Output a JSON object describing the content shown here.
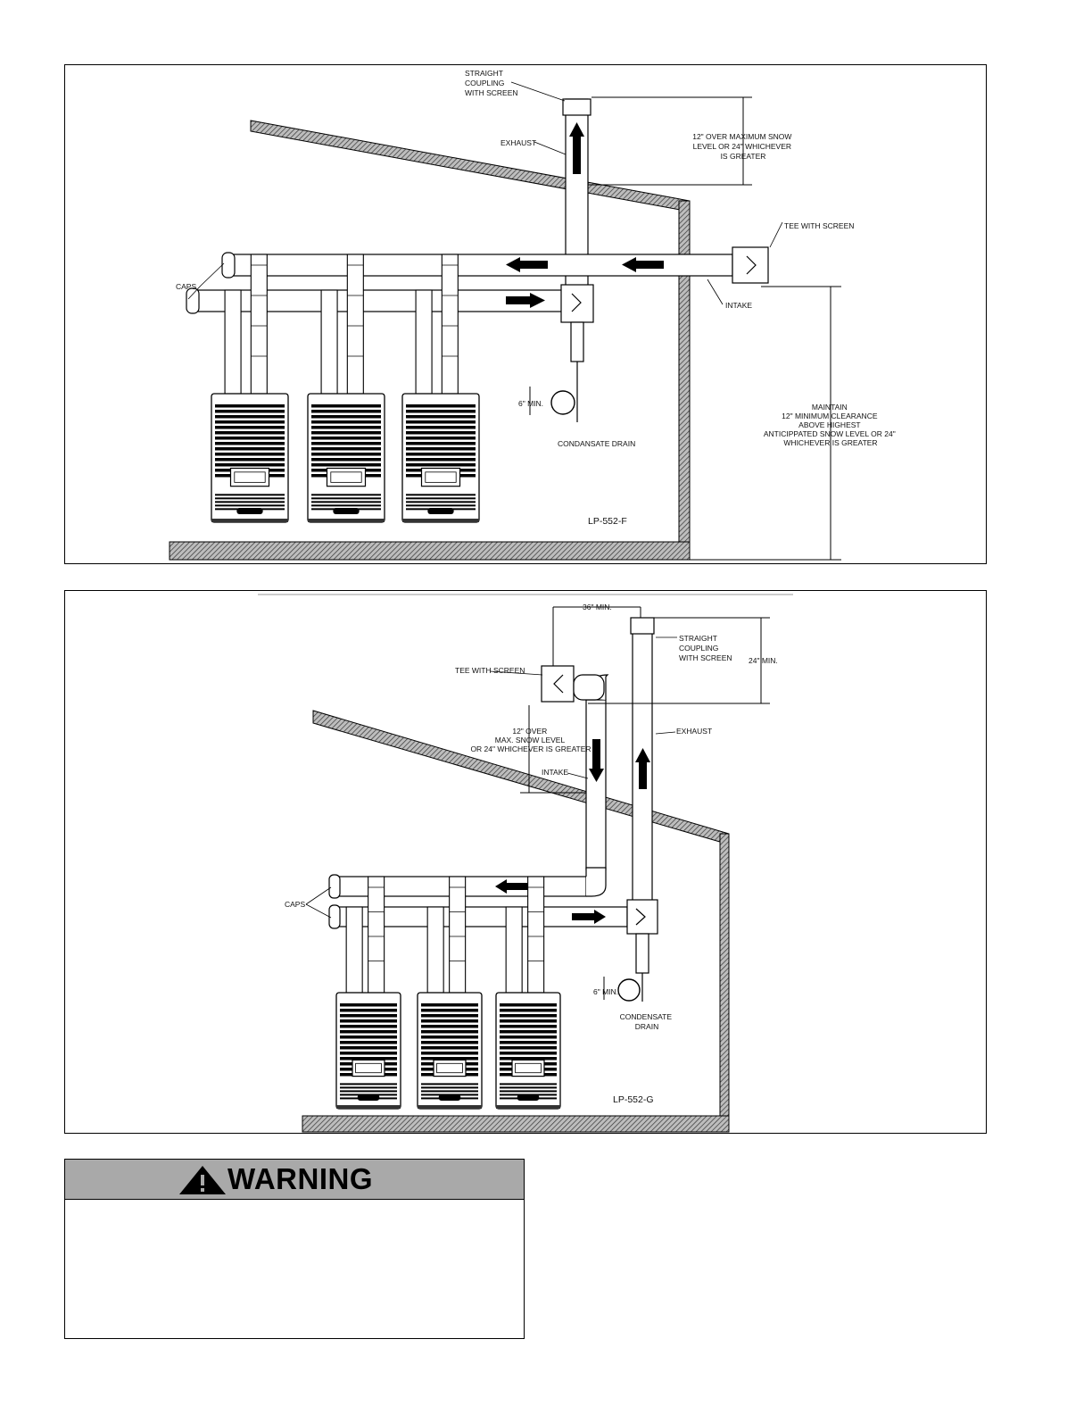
{
  "diagram_f": {
    "labels": {
      "straight_coupling": [
        "STRAIGHT",
        "COUPLING",
        "WITH SCREEN"
      ],
      "exhaust": "EXHAUST",
      "snow_clearance": [
        "12\" OVER MAXIMUM SNOW",
        "LEVEL OR 24\" WHICHEVER",
        "IS GREATER"
      ],
      "tee_with_screen": "TEE WITH SCREEN",
      "caps": "CAPS",
      "intake": "INTAKE",
      "six_min": "6\" MIN.",
      "condensate_drain": "CONDANSATE DRAIN",
      "maintain": [
        "MAINTAIN",
        "12\" MINIMUM CLEARANCE",
        "ABOVE HIGHEST",
        "ANTICIPPATED SNOW LEVEL OR 24\"",
        "WHICHEVER IS GREATER"
      ]
    },
    "code": "LP-552-F"
  },
  "diagram_g": {
    "labels": {
      "thirty_six_min": "36\" MIN.",
      "straight_coupling": [
        "STRAIGHT",
        "COUPLING",
        "WITH SCREEN"
      ],
      "twenty_four_min": "24\" MIN.",
      "tee_with_screen": "TEE WITH SCREEN",
      "exhaust": "EXHAUST",
      "snow_level": [
        "12\" OVER",
        "MAX. SNOW LEVEL",
        "OR 24\" WHICHEVER IS GREATER"
      ],
      "intake": "INTAKE",
      "caps": "CAPS",
      "six_min": "6\" MIN.",
      "condensate_drain": [
        "CONDENSATE",
        "DRAIN"
      ]
    },
    "code": "LP-552-G"
  },
  "warning": {
    "title": "WARNING"
  },
  "colors": {
    "line": "#000000",
    "hatch": "#555555",
    "warning_header": "#a9a9a9"
  }
}
